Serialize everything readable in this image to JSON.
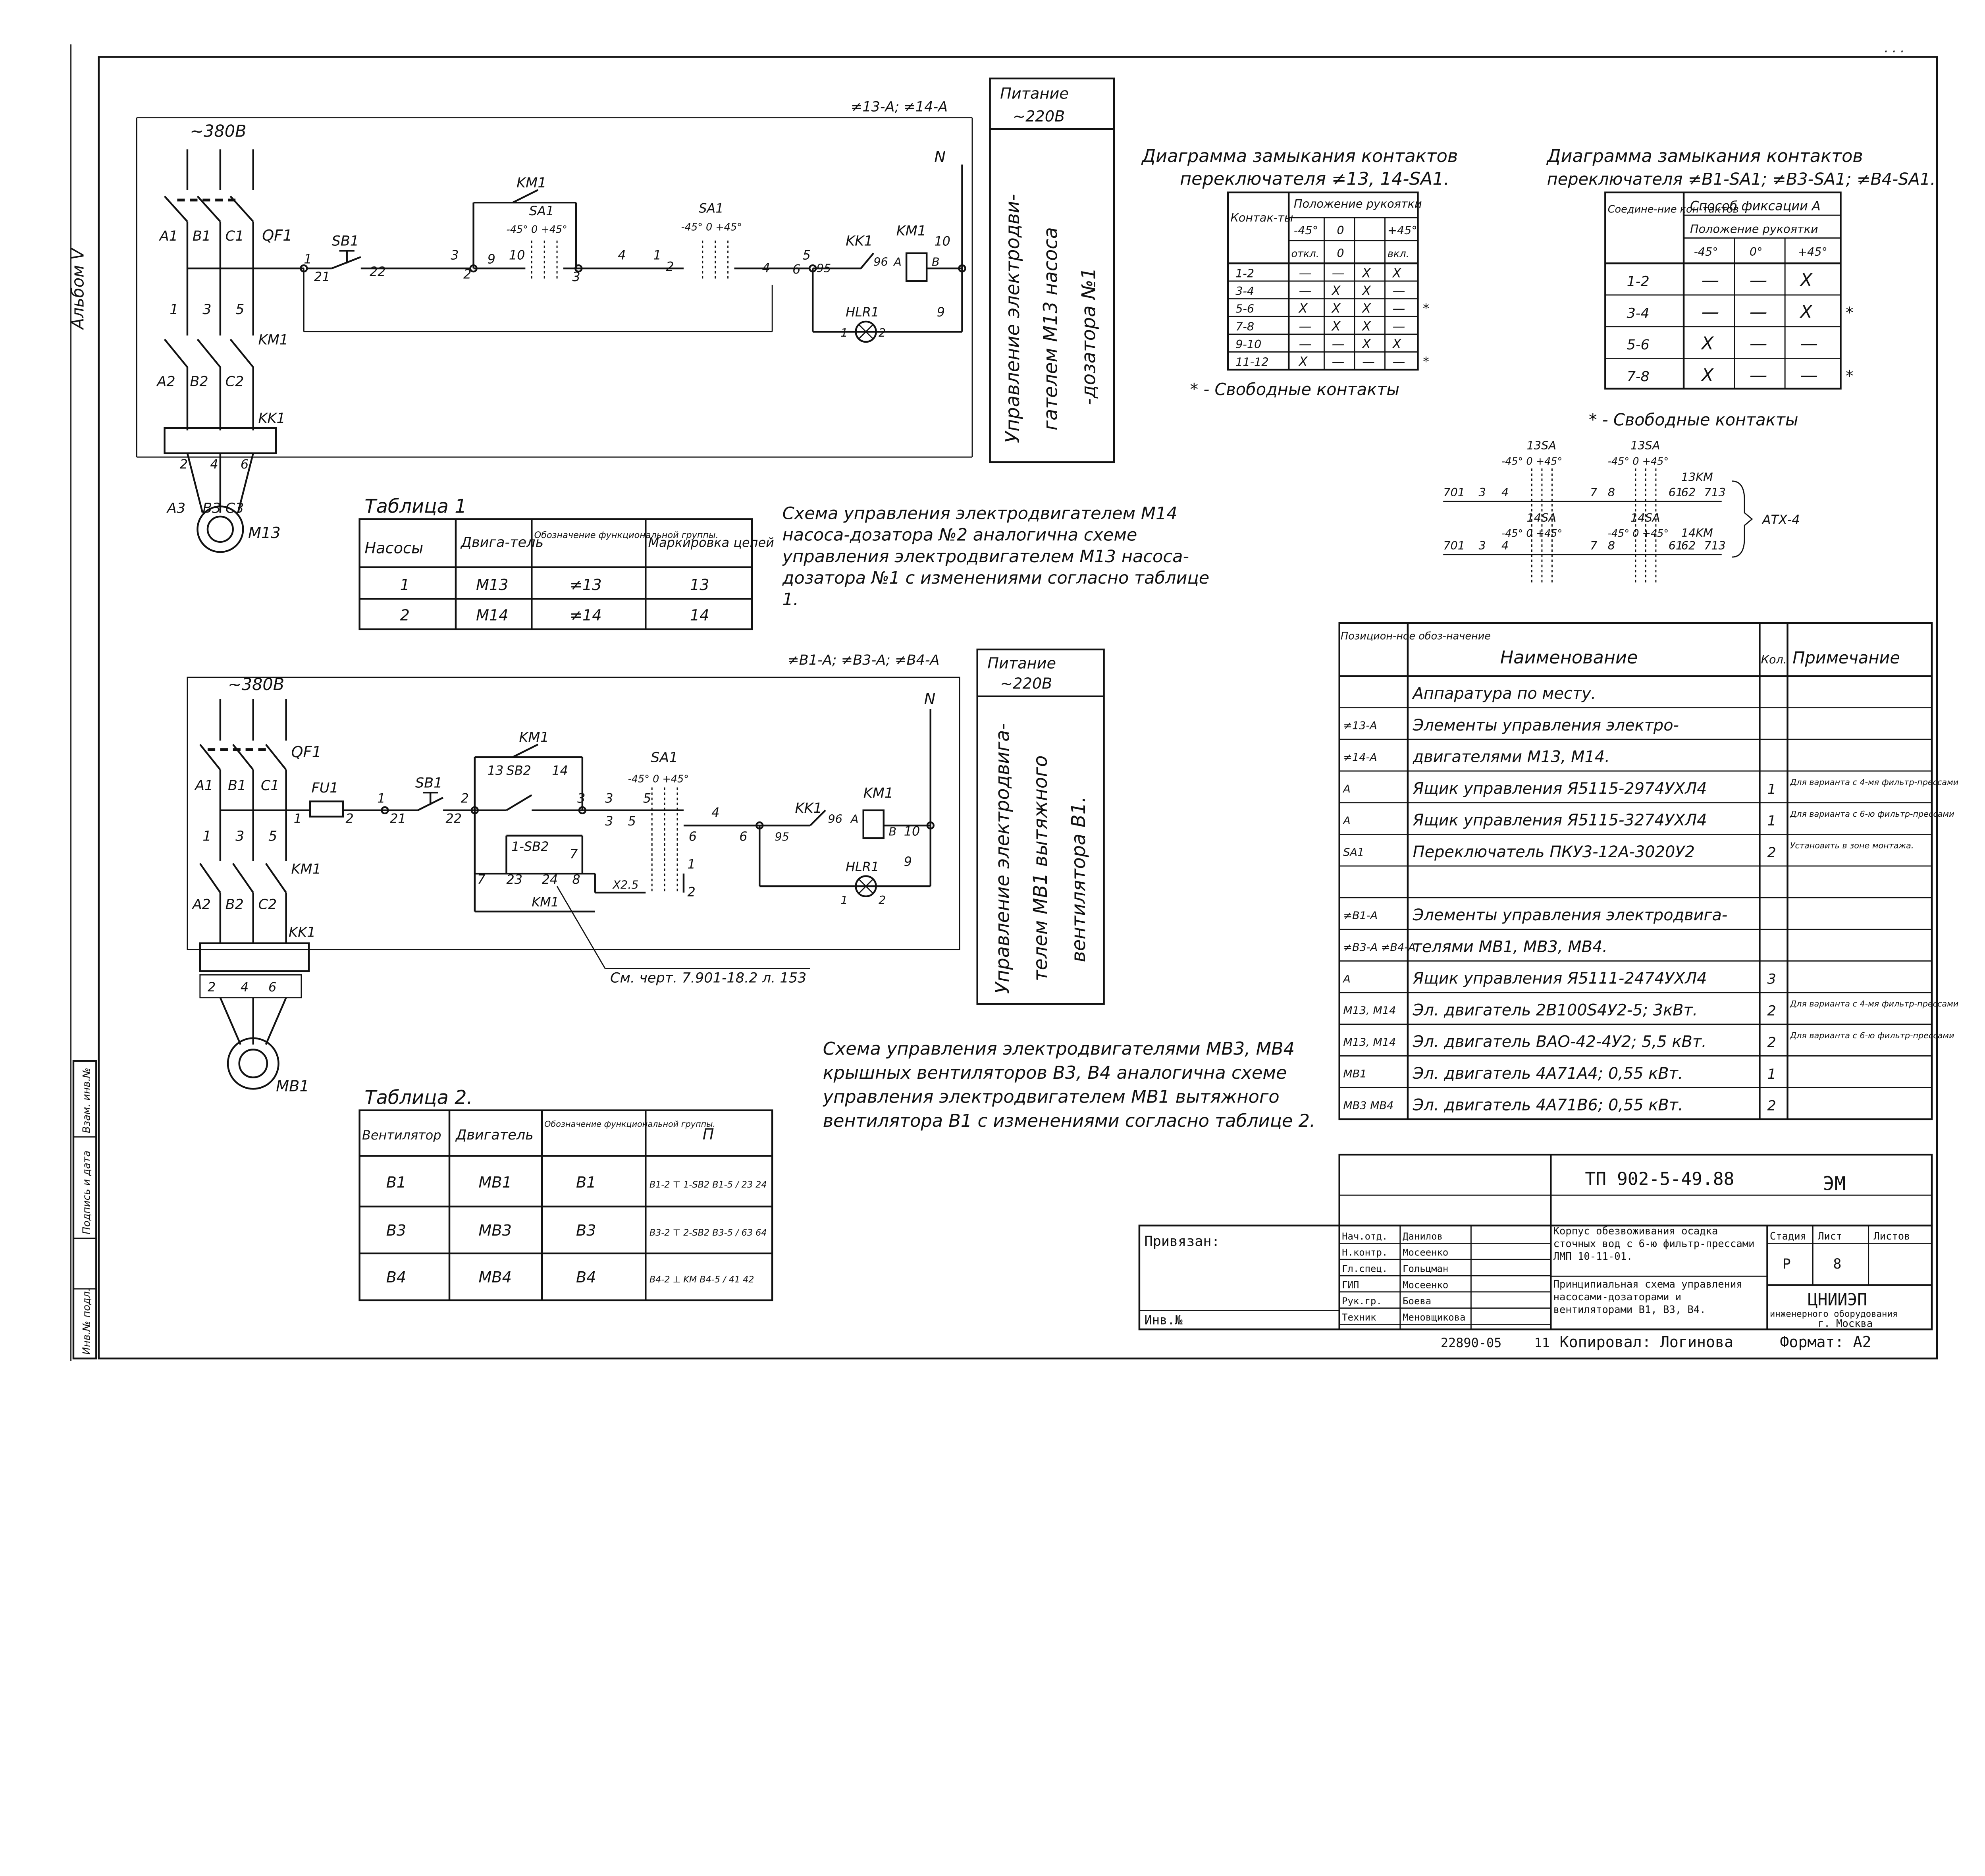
{
  "sheet": {
    "album_label": "Альбом V",
    "left_stamp": [
      "Инв.№ подл.",
      "Подпись и дата",
      "Взам. инв.№"
    ],
    "top_mark": "· · ·"
  },
  "scheme1": {
    "supply": "~380В",
    "breaker": "QF1",
    "phases_top": [
      "A1",
      "B1",
      "C1"
    ],
    "phases_mid": [
      "A2",
      "B2",
      "C2"
    ],
    "phases_bot": [
      "A3",
      "B3",
      "C3"
    ],
    "terminals_top": [
      "1",
      "3",
      "5"
    ],
    "terminals_bot": [
      "2",
      "4",
      "6"
    ],
    "contactor": "KM1",
    "thermal": "KK1",
    "motor": "M13",
    "ref": "≠13-А; ≠14-А",
    "power_title": "Питание",
    "power_value": "~220В",
    "neutral": "N",
    "elements": {
      "sb1": "SB1",
      "sa1a": "SA1",
      "sa1b": "SA1",
      "km1a": "KM1",
      "km1b": "KM1",
      "kk1": "KK1",
      "hl": "HLR1",
      "angles_a": "-45° 0 +45°",
      "angles_b": "-45° 0 +45°"
    },
    "nodes": [
      "1",
      "21",
      "22",
      "3",
      "2",
      "9",
      "10",
      "3",
      "4",
      "1",
      "2",
      "4",
      "5",
      "6",
      "95",
      "96",
      "A",
      "B",
      "10",
      "9",
      "1",
      "2"
    ],
    "side_label": [
      "Управление электродви-",
      "гателем М13 насоса",
      "-дозатора №1"
    ]
  },
  "scheme2": {
    "supply": "~380В",
    "breaker": "QF1",
    "phases_top": [
      "A1",
      "B1",
      "C1"
    ],
    "phases_mid": [
      "A2",
      "B2",
      "C2"
    ],
    "terminals_bot": [
      "2",
      "4",
      "6"
    ],
    "terminals_mid": [
      "1",
      "3",
      "5"
    ],
    "contactor": "KM1",
    "thermal": "KK1",
    "motor": "MB1",
    "fuse": "FU1",
    "ref": "≠B1-А; ≠B3-А; ≠B4-А",
    "power_title": "Питание",
    "power_value": "~220В",
    "neutral": "N",
    "elements": {
      "sb1": "SB1",
      "sb2": "SB2",
      "sb2b": "1-SB2",
      "km1top": "KM1",
      "km1bot": "KM1",
      "sa1": "SA1",
      "angles": "-45° 0 +45°",
      "kk1": "KK1",
      "km1coil": "KM1",
      "hl": "HLR1",
      "x": "X2.5"
    },
    "nodes": [
      "1",
      "2",
      "1",
      "21",
      "22",
      "2",
      "13",
      "14",
      "3",
      "3",
      "5",
      "3",
      "5",
      "4",
      "6",
      "6",
      "95",
      "96",
      "A",
      "B",
      "10",
      "9",
      "1",
      "2",
      "7",
      "23",
      "24",
      "8",
      "7",
      "1",
      "2"
    ],
    "reference_note": "См. черт. 7.901-18.2 л. 153",
    "side_label": [
      "Управление электродвига-",
      "телем МВ1 вытяжного",
      "вентилятора В1."
    ]
  },
  "table1": {
    "title": "Таблица 1",
    "headers": [
      "Насосы",
      "Двига-тель",
      "Обозначение функциональной группы.",
      "Маркировка цепей"
    ],
    "rows": [
      [
        "1",
        "М13",
        "≠13",
        "13"
      ],
      [
        "2",
        "М14",
        "≠14",
        "14"
      ]
    ]
  },
  "table2": {
    "title": "Таблица 2.",
    "headers": [
      "Вентилятор",
      "Двигатель",
      "Обозначение функциональной группы.",
      "П"
    ],
    "rows": [
      [
        "В1",
        "МВ1",
        "В1",
        "B1-2 ⊤ 1-SB2 B1-5 / 23 24"
      ],
      [
        "В3",
        "МВ3",
        "В3",
        "B3-2 ⊤ 2-SB2 B3-5 / 63 64"
      ],
      [
        "В4",
        "МВ4",
        "В4",
        "B4-2 ⊥ KM B4-5 / 41 42"
      ]
    ]
  },
  "note1": "Схема управления электродвигателем М14 насоса-дозатора №2 аналогична схеме управления электродвигателем М13 насоса-дозатора №1 с изменениями согласно таблице 1.",
  "note2": "Схема управления электродвигателями МВ3, МВ4 крышных вентиляторов В3, В4 аналогична схеме управления электродвигателем МВ1 вытяжного вентилятора В1 с изменениями согласно таблице 2.",
  "diagram1": {
    "title_l1": "Диаграмма замыкания контактов",
    "title_l2": "переключателя ≠13, 14-SA1.",
    "headers": [
      "Контак-ты",
      "Положение рукоятки",
      "-45°",
      "0",
      "+45°",
      "откл.",
      "0",
      "вкл."
    ],
    "rows": [
      [
        "1-2",
        "—",
        "—",
        "X",
        "X",
        ""
      ],
      [
        "3-4",
        "—",
        "X",
        "X",
        "—",
        ""
      ],
      [
        "5-6",
        "X",
        "X",
        "X",
        "—",
        "*"
      ],
      [
        "7-8",
        "—",
        "X",
        "X",
        "—",
        ""
      ],
      [
        "9-10",
        "—",
        "—",
        "X",
        "X",
        ""
      ],
      [
        "11-12",
        "X",
        "—",
        "—",
        "—",
        "*"
      ]
    ],
    "footnote": "* - Свободные контакты"
  },
  "diagram2": {
    "title_l1": "Диаграмма замыкания контактов",
    "title_l2": "переключателя ≠B1-SA1; ≠B3-SA1; ≠B4-SA1.",
    "headers": [
      "Соедине-ние кон-тактов",
      "Способ фиксации А",
      "Положение рукоятки",
      "-45°",
      "0°",
      "+45°"
    ],
    "rows": [
      [
        "1-2",
        "—",
        "—",
        "X",
        ""
      ],
      [
        "3-4",
        "—",
        "—",
        "X",
        "*"
      ],
      [
        "5-6",
        "X",
        "—",
        "—",
        ""
      ],
      [
        "7-8",
        "X",
        "—",
        "—",
        "*"
      ]
    ],
    "footnote": "* - Свободные контакты"
  },
  "atx": {
    "label": "АТХ-4",
    "row1": [
      "701",
      "3",
      "4",
      "13SA",
      "-45° 0 +45°",
      "7",
      "8",
      "13SA",
      "-45° 0 +45°",
      "61",
      "13KM",
      "62",
      "713"
    ],
    "row2": [
      "701",
      "3",
      "4",
      "14SA",
      "-45° 0 +45°",
      "7",
      "8",
      "14SA",
      "-45° 0 +45°",
      "61",
      "14KM",
      "62",
      "713"
    ]
  },
  "spec": {
    "headers": [
      "Позицион-ное обоз-начение",
      "Наименование",
      "Кол.",
      "Примечание"
    ],
    "rows": [
      [
        "",
        "Аппаратура по месту.",
        "",
        ""
      ],
      [
        "≠13-А",
        "Элементы управления электро-",
        "",
        ""
      ],
      [
        "≠14-А",
        "двигателями М13, М14.",
        "",
        ""
      ],
      [
        "А",
        "Ящик управления Я5115-2974УХЛ4",
        "1",
        "Для варианта с 4-мя фильтр-прессами"
      ],
      [
        "А",
        "Ящик управления Я5115-3274УХЛ4",
        "1",
        "Для варианта с 6-ю фильтр-прессами"
      ],
      [
        "SA1",
        "Переключатель ПКУ3-12А-3020У2",
        "2",
        "Установить в зоне монтажа."
      ],
      [
        "",
        "",
        "",
        ""
      ],
      [
        "≠B1-А",
        "Элементы управления электродвига-",
        "",
        ""
      ],
      [
        "≠B3-А ≠B4-А",
        "телями МВ1, МВ3, МВ4.",
        "",
        ""
      ],
      [
        "А",
        "Ящик управления Я5111-2474УХЛ4",
        "3",
        ""
      ],
      [
        "М13, М14",
        "Эл. двигатель 2В100S4У2-5; 3кВт.",
        "2",
        "Для варианта с 4-мя фильтр-прессами"
      ],
      [
        "М13, М14",
        "Эл. двигатель ВАО-42-4У2; 5,5 кВт.",
        "2",
        "Для варианта с 6-ю фильтр-прессами"
      ],
      [
        "МВ1",
        "Эл. двигатель 4А71А4; 0,55 кВт.",
        "1",
        ""
      ],
      [
        "МВ3 МВ4",
        "Эл. двигатель 4А71В6; 0,55 кВт.",
        "2",
        ""
      ]
    ]
  },
  "title_block": {
    "doc_code": "ТП 902-5-49.88",
    "mark": "ЭМ",
    "bound": "Привязан:",
    "inv": "Инв.№",
    "roles": [
      "Нач.отд.",
      "Н.контр.",
      "Гл.спец.",
      "ГИП",
      "Рук.гр.",
      "Техник"
    ],
    "names": [
      "Данилов",
      "Мосеенко",
      "Гольцман",
      "Мосеенко",
      "Боева",
      "Меновщикова"
    ],
    "project_title": "Корпус обезвоживания осадка сточных вод с 6-ю фильтр-прессами ЛМП 10-11-01.",
    "sheet_title": "Принципиальная схема управления насосами-дозаторами и вентиляторами В1, В3, В4.",
    "stage_headers": [
      "Стадия",
      "Лист",
      "Листов"
    ],
    "stage_values": [
      "Р",
      "8",
      ""
    ],
    "org_l1": "ЦНИИЭП",
    "org_l2": "инженерного оборудования",
    "org_l3": "г. Москва",
    "order_no": "22890-05",
    "sheet_no": "11",
    "copied": "Копировал: Логинова",
    "format": "Формат: А2"
  }
}
